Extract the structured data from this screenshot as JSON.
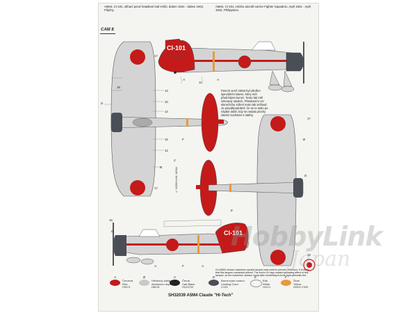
{
  "captions": {
    "czech": "A5M4, CI-101, stíhací peruť letadlové lodi Hóšó, duben 1941 - duben 1942, Filipíny.",
    "english": "A5M4, CI-101, Hósho aircraft carrier Fighter Squadron, April 1941 - April 1942, Philippines."
  },
  "camo_label": "CAM 8",
  "note_text": "Povrch verzí A5M4 byl ošetřen speciálním lakem, který měl předcházet korozi. Tento lak měl zelenavý nádech. Působením UV slunečního záření tento lak zežloutl. Je pravděpodobně, že se to stalo po nějaké době, kdy se nedalo plochy vlastní zacházet s nátěry.",
  "vertical_text": "© HOBBYLINK JAPAN",
  "tail_code": "CI-101",
  "letters": {
    "a": "A",
    "b": "B",
    "c": "C",
    "d": "D",
    "e": "E",
    "f": "F"
  },
  "numbers": [
    "11",
    "12",
    "13",
    "14",
    "15",
    "16",
    "17",
    "18",
    "19",
    "10"
  ],
  "english_note": "On A5M4 version machines special lacquer was used to prevent corrosion. It is likely that this lacquer contained phenol. The sun's UV rays caused yellowing effect of this lacquer, so the machines' surface could alter something from its light yellowish tint.",
  "legend": [
    {
      "letter": "A",
      "name_cz": "Červená",
      "name_en": "Red",
      "code": "H3/C3",
      "color": "#c41a1a"
    },
    {
      "letter": "B",
      "name_cz": "Hliníkový základ",
      "name_en": "Aluminium dope",
      "code": "H8/C8",
      "color": "#c9c9c9"
    },
    {
      "letter": "C",
      "name_cz": "Černá",
      "name_en": "Cab Black",
      "code": "H12/C33",
      "color": "#222222"
    },
    {
      "letter": "D",
      "name_cz": "Barva krytu motoru",
      "name_en": "Cowling Color",
      "code": "C125",
      "color": "#4a4e56"
    },
    {
      "letter": "E",
      "name_cz": "Bílá",
      "name_en": "White",
      "code": "H1/C1",
      "color": "#f6f6f6"
    },
    {
      "letter": "F",
      "name_cz": "Žlutá",
      "name_en": "Yellow",
      "code": "H329/ C329",
      "color": "#e89a3c"
    }
  ],
  "footer": {
    "code": "SH32039",
    "model": "A5M4 Claude",
    "variant": "\"Hi-Tech\""
  },
  "watermark": {
    "top": "HobbyLink",
    "bottom": "Japan"
  },
  "colors": {
    "hinomaru": "#c41a1a",
    "silver": "#d4d4d4",
    "cowl": "#4a4e56",
    "yellow": "#e89a3c"
  }
}
